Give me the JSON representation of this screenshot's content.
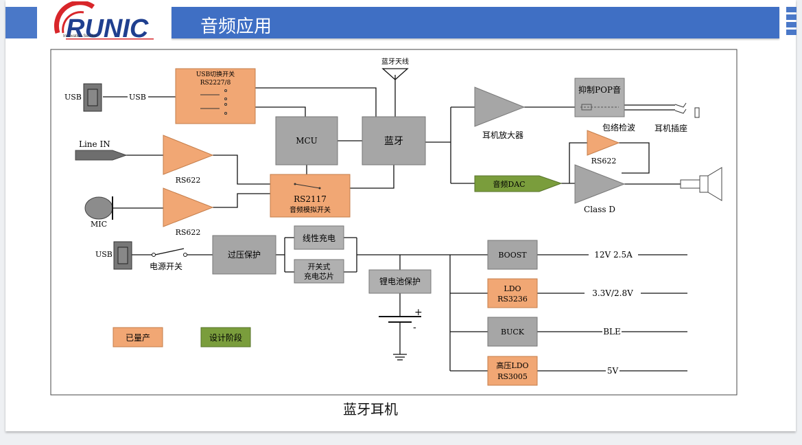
{
  "header": {
    "title": "音频应用",
    "logo_text": "RUNIC",
    "logo_sub": "Innovation Service"
  },
  "diagram": {
    "usb_switch": "USB切换开关",
    "usb_switch_part": "RS2227/8",
    "usb_left": "USB",
    "usb_line": "USB",
    "antenna": "蓝牙天线",
    "mcu": "MCU",
    "bluetooth": "蓝牙",
    "line_in": "Line IN",
    "mic": "MIC",
    "rs622_a": "RS622",
    "rs622_b": "RS622",
    "rs622_c": "RS622",
    "analog_switch_part": "RS2117",
    "analog_switch": "音频模拟开关",
    "hp_amp": "耳机放大器",
    "pop": "抑制POP音",
    "envelope": "包络检波",
    "jack": "耳机插座",
    "dac": "音频DAC",
    "class_d": "Class D",
    "usb_power": "USB",
    "power_switch": "电源开关",
    "ovp": "过压保护",
    "linear_charge": "线性充电",
    "switch_charge_1": "开关式",
    "switch_charge_2": "充电芯片",
    "li_protect": "锂电池保护",
    "boost": "BOOST",
    "out_boost": "12V  2.5A",
    "ldo": "LDO",
    "ldo_part": "RS3236",
    "out_ldo": "3.3V/2.8V",
    "buck": "BUCK",
    "out_buck": "BLE",
    "hv_ldo": "高压LDO",
    "hv_ldo_part": "RS3005",
    "out_hv": "5V",
    "plus": "+",
    "minus": "-",
    "legend_mass": "已量产",
    "legend_design": "设计阶段"
  },
  "caption": "蓝牙耳机",
  "colors": {
    "orange": "#f1a774",
    "gray": "#a6a6a6",
    "green": "#7a9d3c",
    "blue": "#3f6fc4"
  }
}
